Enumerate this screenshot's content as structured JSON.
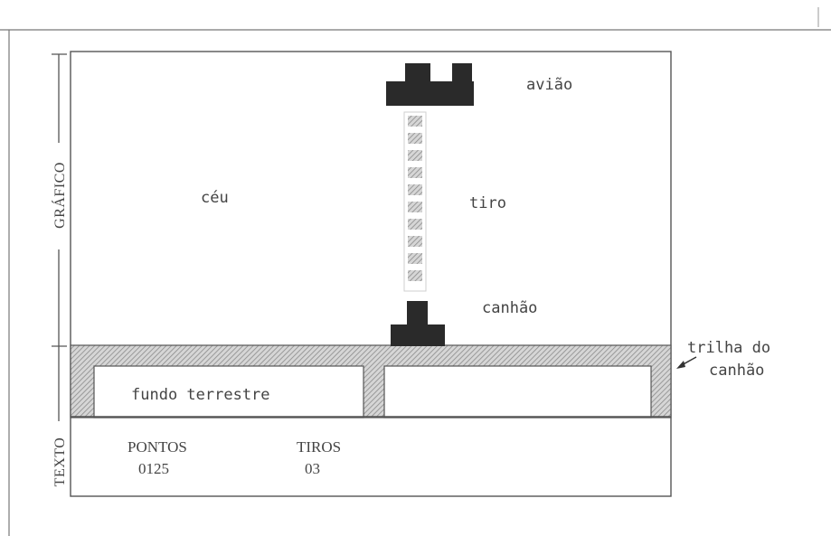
{
  "side_labels": {
    "graphics": "GRÁFICO",
    "text": "TEXTO"
  },
  "screen_labels": {
    "sky": "céu",
    "airplane": "avião",
    "shot": "tiro",
    "cannon": "canhão",
    "cannon_track_line1": "trilha do",
    "cannon_track_line2": "canhão",
    "ground_background": "fundo terrestre"
  },
  "text_area": {
    "points_label": "PONTOS",
    "points_value": "0125",
    "shots_label": "TIROS",
    "shots_value": "03"
  },
  "colors": {
    "ink": "#2a2a2a",
    "frame": "#666666",
    "hatch": "#9a9a9a"
  }
}
